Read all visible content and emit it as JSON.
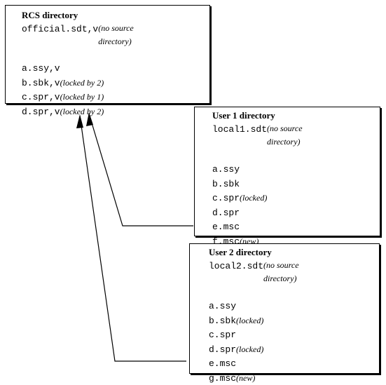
{
  "rcs": {
    "title": "RCS directory",
    "entries": [
      {
        "file": "official.sdt,v",
        "note": "(no source directory)"
      },
      {
        "file": "a.ssy,v",
        "note": ""
      },
      {
        "file": "b.sbk,v",
        "note": "(locked by 2)"
      },
      {
        "file": "c.spr,v",
        "note": "(locked by 1)"
      },
      {
        "file": "d.spr,v",
        "note": "(locked by 2)"
      }
    ]
  },
  "user1": {
    "title": "User 1 directory",
    "entries": [
      {
        "file": "local1.sdt",
        "note": "(no source directory)"
      },
      {
        "file": "a.ssy",
        "note": ""
      },
      {
        "file": "b.sbk",
        "note": ""
      },
      {
        "file": "c.spr",
        "note": "(locked)"
      },
      {
        "file": "d.spr",
        "note": ""
      },
      {
        "file": "e.msc",
        "note": ""
      },
      {
        "file": "f.msc",
        "note": "(new)"
      }
    ]
  },
  "user2": {
    "title": "User 2 directory",
    "entries": [
      {
        "file": "local2.sdt",
        "note": "(no source directory)"
      },
      {
        "file": "a.ssy",
        "note": ""
      },
      {
        "file": "b.sbk",
        "note": "(locked)"
      },
      {
        "file": "c.spr",
        "note": ""
      },
      {
        "file": "d.spr",
        "note": "(locked)"
      },
      {
        "file": "e.msc",
        "note": ""
      },
      {
        "file": "g.msc",
        "note": "(new)"
      }
    ]
  },
  "colors": {
    "line": "#000000",
    "background": "#ffffff"
  }
}
